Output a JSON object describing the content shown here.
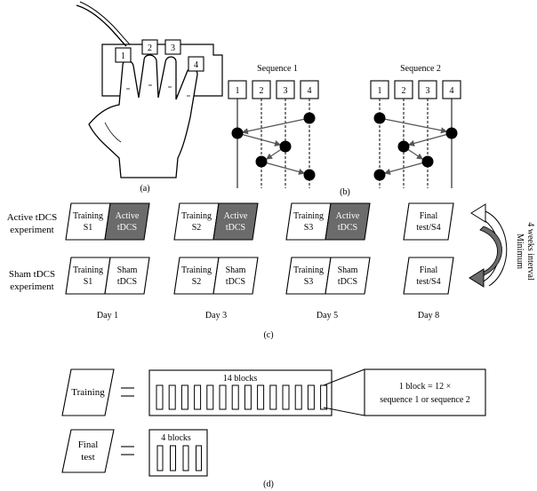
{
  "panel_a": {
    "caption": "(a)",
    "keys": [
      "1",
      "2",
      "3",
      "4"
    ]
  },
  "panel_b": {
    "caption": "(b)",
    "seq1_title": "Sequence 1",
    "seq2_title": "Sequence 2",
    "keys": [
      "1",
      "2",
      "3",
      "4"
    ]
  },
  "panel_c": {
    "caption": "(c)",
    "row_active": [
      "Active tDCS",
      "experiment"
    ],
    "row_sham": [
      "Sham tDCS",
      "experiment"
    ],
    "active_training": [
      [
        "Training",
        "S1"
      ],
      [
        "Training",
        "S2"
      ],
      [
        "Training",
        "S3"
      ]
    ],
    "active_stim": [
      "Active",
      "tDCS"
    ],
    "sham_training": [
      [
        "Training",
        "S1"
      ],
      [
        "Training",
        "S2"
      ],
      [
        "Training",
        "S3"
      ]
    ],
    "sham_stim": [
      "Sham",
      "tDCS"
    ],
    "final": [
      "Final",
      "test/S4"
    ],
    "days": [
      "Day 1",
      "Day 3",
      "Day 5",
      "Day 8"
    ],
    "interval": [
      "Minimum",
      "4 weeks interval"
    ],
    "colors": {
      "stim_fill": "#6b6b6b"
    }
  },
  "panel_d": {
    "caption": "(d)",
    "training_label": "Training",
    "final_label": [
      "Final",
      "test"
    ],
    "blocks14_label": "14 blocks",
    "blocks4_label": "4 blocks",
    "block_def": [
      "1 block = 12 ×",
      "sequence 1 or sequence 2"
    ],
    "block_counts": {
      "training": 14,
      "final": 4
    }
  }
}
